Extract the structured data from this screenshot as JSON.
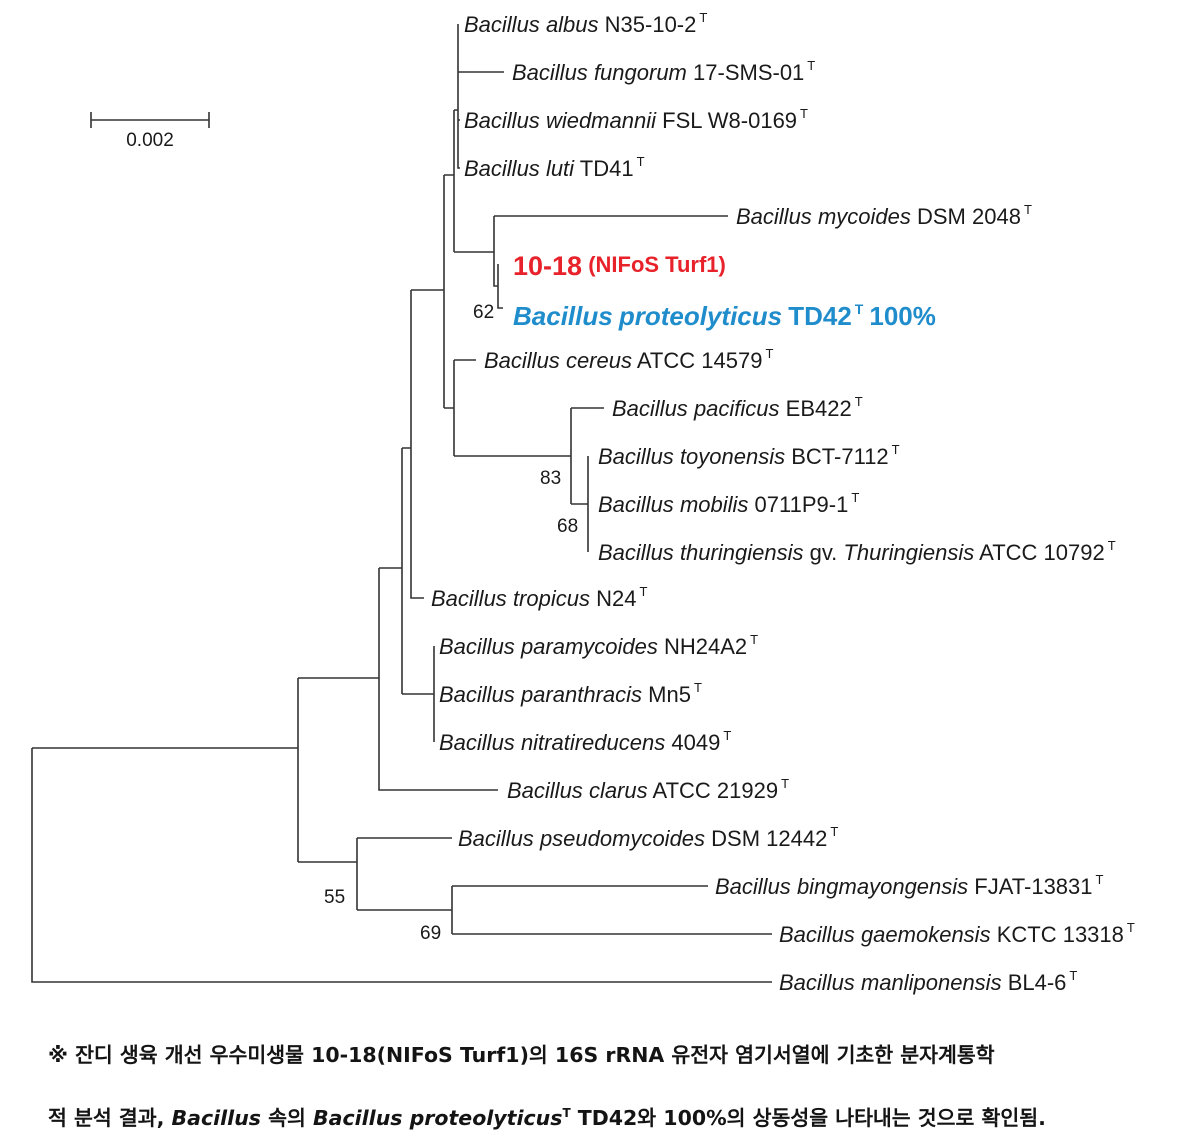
{
  "scale_bar": {
    "label": "0.002"
  },
  "taxa": [
    {
      "id": "albus",
      "genus": "Bacillus",
      "epithet": "albus",
      "strain": "N35-10-2",
      "type_mark": "T"
    },
    {
      "id": "fungorum",
      "genus": "Bacillus",
      "epithet": "fungorum",
      "strain": "17-SMS-01",
      "type_mark": "T"
    },
    {
      "id": "wiedmannii",
      "genus": "Bacillus",
      "epithet": "wiedmannii",
      "strain": "FSL W8-0169",
      "type_mark": "T"
    },
    {
      "id": "luti",
      "genus": "Bacillus",
      "epithet": "luti",
      "strain": "TD41",
      "type_mark": "T"
    },
    {
      "id": "mycoides",
      "genus": "Bacillus",
      "epithet": "mycoides",
      "strain": "DSM 2048",
      "type_mark": "T"
    },
    {
      "id": "isolate",
      "code": "10-18",
      "name": "(NIFoS Turf1)",
      "color": "#e8222a"
    },
    {
      "id": "proteolyticus",
      "genus": "Bacillus",
      "epithet": "proteolyticus",
      "strain": "TD42",
      "type_mark": "T",
      "similarity": "100%",
      "color": "#1f8ccc"
    },
    {
      "id": "cereus",
      "genus": "Bacillus",
      "epithet": "cereus",
      "strain": "ATCC 14579",
      "type_mark": "T"
    },
    {
      "id": "pacificus",
      "genus": "Bacillus",
      "epithet": "pacificus",
      "strain": "EB422",
      "type_mark": "T"
    },
    {
      "id": "toyonensis",
      "genus": "Bacillus",
      "epithet": "toyonensis",
      "strain": "BCT-7112",
      "type_mark": "T"
    },
    {
      "id": "mobilis",
      "genus": "Bacillus",
      "epithet": "mobilis",
      "strain": "0711P9-1",
      "type_mark": "T"
    },
    {
      "id": "thuringiensis",
      "genus": "Bacillus",
      "epithet": "thuringiensis",
      "mid": "gv.",
      "epithet2": "Thuringiensis",
      "strain": "ATCC 10792",
      "type_mark": "T"
    },
    {
      "id": "tropicus",
      "genus": "Bacillus",
      "epithet": "tropicus",
      "strain": "N24",
      "type_mark": "T"
    },
    {
      "id": "paramycoides",
      "genus": "Bacillus",
      "epithet": "paramycoides",
      "strain": "NH24A2",
      "type_mark": "T"
    },
    {
      "id": "paranthracis",
      "genus": "Bacillus",
      "epithet": "paranthracis",
      "strain": "Mn5",
      "type_mark": "T"
    },
    {
      "id": "nitratireducens",
      "genus": "Bacillus",
      "epithet": "nitratireducens",
      "strain": "4049",
      "type_mark": "T"
    },
    {
      "id": "clarus",
      "genus": "Bacillus",
      "epithet": "clarus",
      "strain": "ATCC 21929",
      "type_mark": "T"
    },
    {
      "id": "pseudomycoides",
      "genus": "Bacillus",
      "epithet": "pseudomycoides",
      "strain": "DSM 12442",
      "type_mark": "T"
    },
    {
      "id": "bingmayongensis",
      "genus": "Bacillus",
      "epithet": "bingmayongensis",
      "strain": "FJAT-13831",
      "type_mark": "T"
    },
    {
      "id": "gaemokensis",
      "genus": "Bacillus",
      "epithet": "gaemokensis",
      "strain": "KCTC 13318",
      "type_mark": "T"
    },
    {
      "id": "manliponensis",
      "genus": "Bacillus",
      "epithet": "manliponensis",
      "strain": "BL4-6",
      "type_mark": "T"
    }
  ],
  "bootstrap": [
    {
      "id": "b62",
      "value": "62"
    },
    {
      "id": "b83",
      "value": "83"
    },
    {
      "id": "b68",
      "value": "68"
    },
    {
      "id": "b55",
      "value": "55"
    },
    {
      "id": "b69",
      "value": "69"
    }
  ],
  "caption": {
    "line1": "※ 잔디 생육 개선 우수미생물 10-18(NIFoS Turf1)의 16S rRNA 유전자 염기서열에 기초한 분자계통학",
    "line2_a": "적 분석 결과, ",
    "line2_genus": "Bacillus",
    "line2_b": " 속의 ",
    "line2_species": "Bacillus proteolyticus",
    "line2_sup": "T",
    "line2_c": " TD42와 100%의 상동성을 나타내는 것으로 확인됨."
  }
}
